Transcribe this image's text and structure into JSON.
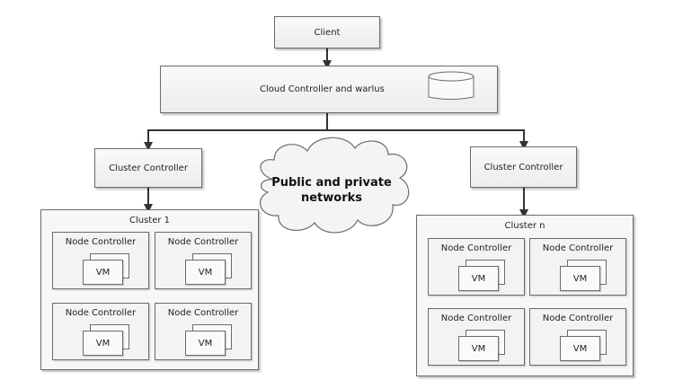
{
  "diagram": {
    "client": {
      "label": "Client"
    },
    "cloud_controller": {
      "label": "Cloud Controller and warlus",
      "icon": "database-cylinder-icon"
    },
    "network": {
      "label": "Public and private networks",
      "line1": "Public and private",
      "line2": "networks"
    },
    "clusters": [
      {
        "controller_label": "Cluster Controller",
        "title": "Cluster 1",
        "nodes": [
          {
            "label": "Node Controller",
            "vm": "VM"
          },
          {
            "label": "Node Controller",
            "vm": "VM"
          },
          {
            "label": "Node Controller",
            "vm": "VM"
          },
          {
            "label": "Node Controller",
            "vm": "VM"
          }
        ]
      },
      {
        "controller_label": "Cluster Controller",
        "title": "Cluster n",
        "nodes": [
          {
            "label": "Node Controller",
            "vm": "VM"
          },
          {
            "label": "Node Controller",
            "vm": "VM"
          },
          {
            "label": "Node Controller",
            "vm": "VM"
          },
          {
            "label": "Node Controller",
            "vm": "VM"
          }
        ]
      }
    ],
    "edges": [
      {
        "from": "Client",
        "to": "Cloud Controller and warlus"
      },
      {
        "from": "Cloud Controller and warlus",
        "to": "Cluster Controller (Cluster 1)"
      },
      {
        "from": "Cloud Controller and warlus",
        "to": "Cluster Controller (Cluster n)"
      },
      {
        "from": "Cluster Controller (Cluster 1)",
        "to": "Cluster 1"
      },
      {
        "from": "Cluster Controller (Cluster n)",
        "to": "Cluster n"
      }
    ]
  }
}
